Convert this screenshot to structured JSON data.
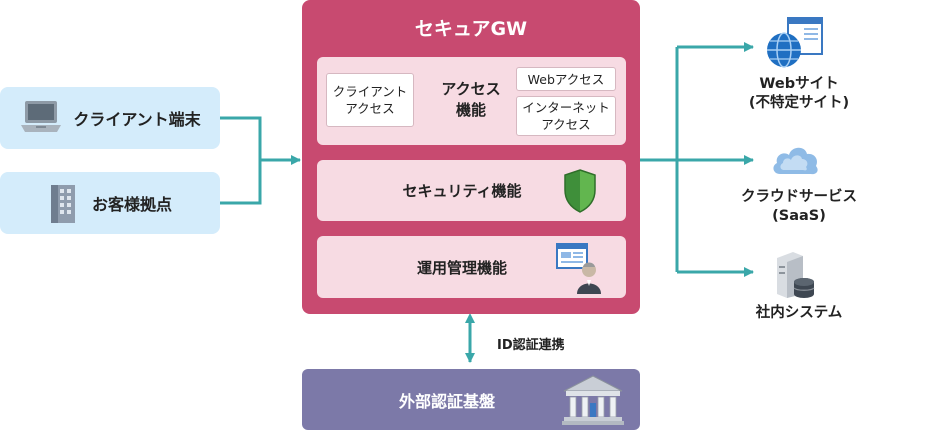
{
  "sources": [
    {
      "label": "クライアント端末",
      "icon": "laptop-icon"
    },
    {
      "label": "お客様拠点",
      "icon": "building-icon"
    }
  ],
  "gateway": {
    "title": "セキュアGW",
    "access": {
      "client_access": [
        "クライアント",
        "アクセス"
      ],
      "label": [
        "アクセス",
        "機能"
      ],
      "web_access": "Webアクセス",
      "internet_access": [
        "インターネット",
        "アクセス"
      ]
    },
    "security_label": "セキュリティ機能",
    "management_label": "運用管理機能"
  },
  "id_link_label": "ID認証連携",
  "auth_base_label": "外部認証基盤",
  "destinations": [
    {
      "lines": [
        "Webサイト",
        "(不特定サイト)"
      ],
      "icon": "globe-icon"
    },
    {
      "lines": [
        "クラウドサービス",
        "(SaaS)"
      ],
      "icon": "cloud-icon"
    },
    {
      "lines": [
        "社内システム"
      ],
      "icon": "server-icon"
    }
  ],
  "colors": {
    "gateway": "#c84a70",
    "function_box": "#f7dbe3",
    "source_box": "#d4ecfb",
    "auth_box": "#7c79a8",
    "connector": "#3aa7a9"
  }
}
